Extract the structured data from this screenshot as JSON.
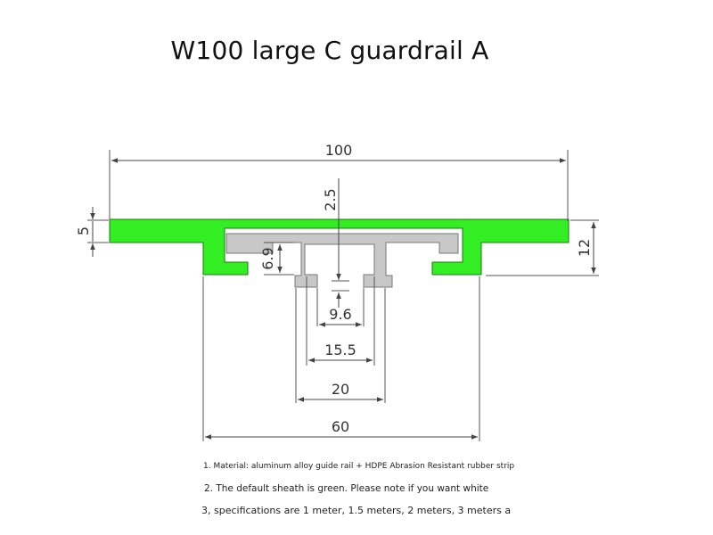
{
  "title": "W100 large C guardrail A",
  "colors": {
    "sheath": "#33ee22",
    "sheath_outline": "#1a7a10",
    "rail": "#c8c8c8",
    "rail_outline": "#777777",
    "dimension_lines": "#444444"
  },
  "dimensions": {
    "overall_width": "100",
    "sheath_thickness": "5",
    "overall_height": "12",
    "slot_gap": "2.5",
    "slot_depth": "6.9",
    "inner_slot": "9.6",
    "neck_width": "15.5",
    "rail_bottom": "20",
    "base_width": "60"
  },
  "notes": [
    "1. Material: aluminum alloy guide rail + HDPE Abrasion Resistant rubber strip",
    "2. The default sheath is green. Please note if you want white",
    "3, specifications are 1 meter, 1.5 meters, 2 meters, 3 meters a"
  ]
}
